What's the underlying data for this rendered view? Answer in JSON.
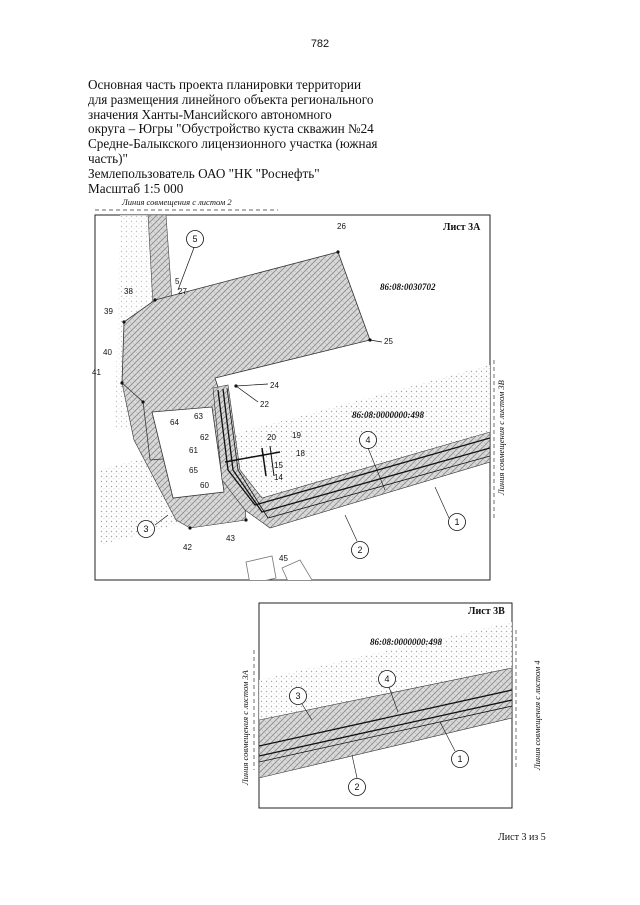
{
  "page_number": "782",
  "header": {
    "lines": [
      "Основная часть проекта планировки территории",
      "для размещения линейного объекта регионального",
      "значения Ханты-Мансийского автономного",
      "округа – Югры \"Обустройство куста скважин №24",
      "Средне-Балыкского лицензионного участка (южная",
      "часть)\"",
      "Землепользователь ОАО \"НК \"Роснефть\"",
      "Масштаб 1:5 000"
    ]
  },
  "map_a": {
    "sheet_label": "Лист 3А",
    "top_line_label": "Линия совмещения с листом 2",
    "right_line_label": "Линия совмещения с листом 3В",
    "parcel_1": "86:08:0030702",
    "parcel_2": "86:08:0000000:498",
    "points": [
      "26",
      "5",
      "27",
      "38",
      "39",
      "25",
      "40",
      "41",
      "24",
      "22",
      "63",
      "64",
      "20",
      "19",
      "62",
      "18",
      "61",
      "15",
      "65",
      "14",
      "60",
      "42",
      "43",
      "45"
    ],
    "callouts": [
      "5",
      "4",
      "3",
      "2",
      "1"
    ]
  },
  "map_b": {
    "sheet_label": "Лист 3В",
    "parcel": "86:08:0000000:498",
    "left_line_label": "Линия совмещения с листом 3А",
    "right_line_label": "Линия совмещения с листом 4",
    "callouts": [
      "3",
      "4",
      "1",
      "2"
    ]
  },
  "footer": "Лист 3 из 5"
}
